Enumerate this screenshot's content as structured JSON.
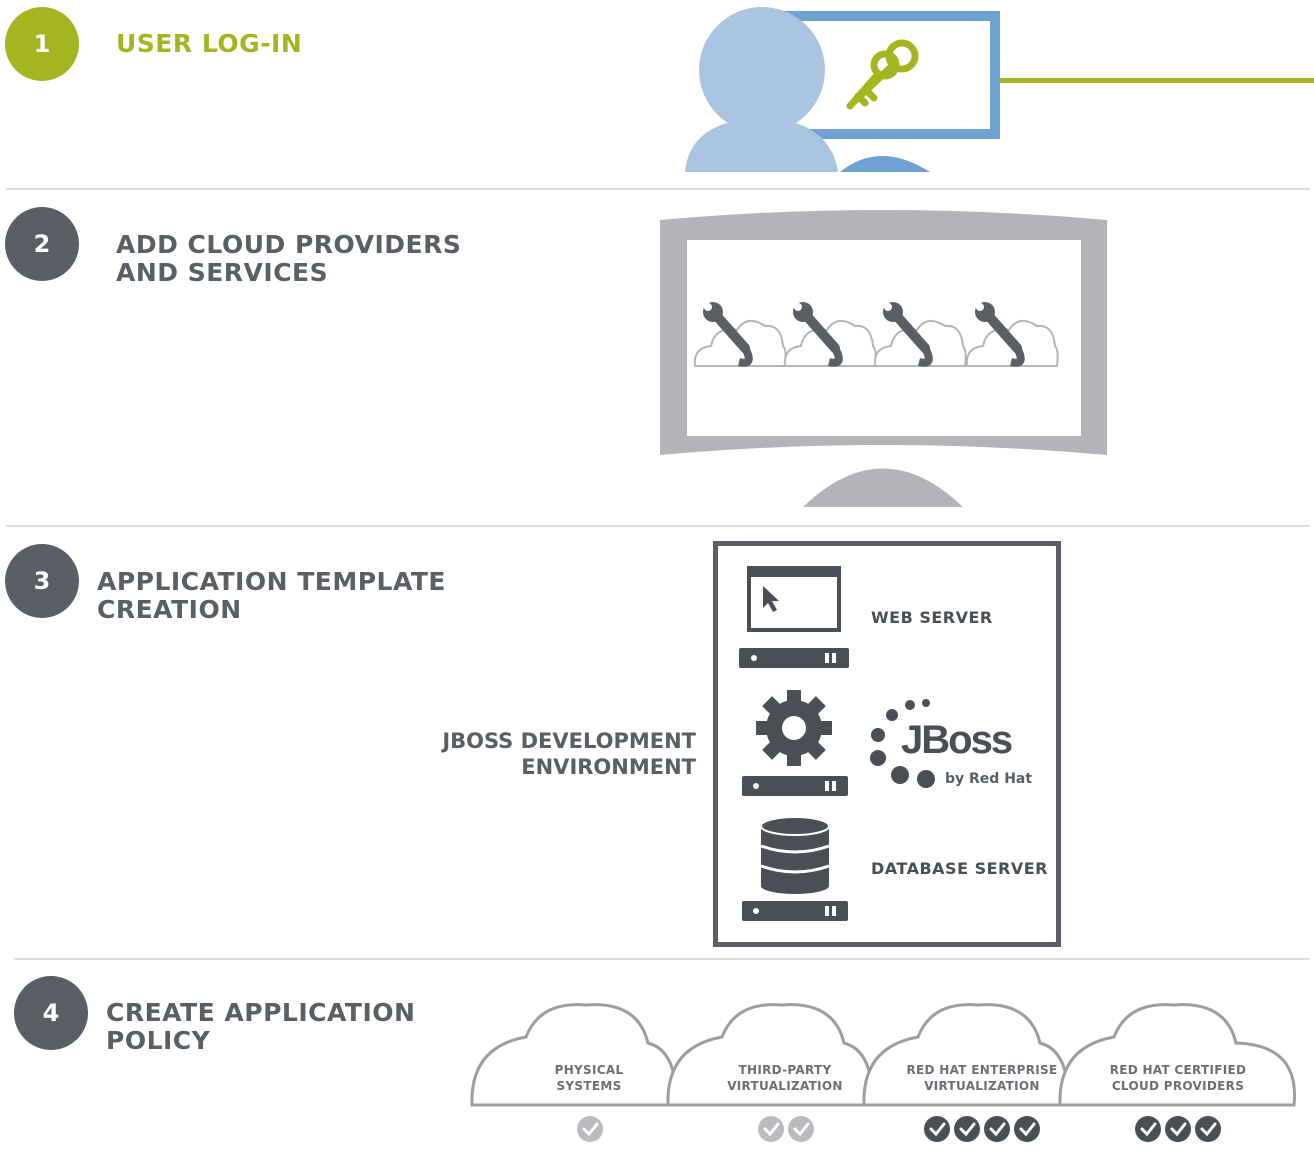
{
  "colors": {
    "accent_green": "#a4b520",
    "dark_gray": "#5a5f66",
    "light_blue": "#a9c3e0",
    "blue": "#6fa1d2",
    "gray": "#b2b4b7"
  },
  "steps": [
    {
      "number": "1",
      "title_line1": "USER LOG-IN",
      "title_line2": ""
    },
    {
      "number": "2",
      "title_line1": "ADD CLOUD PROVIDERS",
      "title_line2": "AND SERVICES"
    },
    {
      "number": "3",
      "title_line1": "APPLICATION TEMPLATE",
      "title_line2": "CREATION"
    },
    {
      "number": "4",
      "title_line1": "CREATE APPLICATION",
      "title_line2": "POLICY"
    }
  ],
  "jboss_env": {
    "line1": "JBOSS DEVELOPMENT",
    "line2": "ENVIRONMENT"
  },
  "servers": {
    "web": "WEB SERVER",
    "database": "DATABASE SERVER"
  },
  "jboss_logo": {
    "brand": "JBoss",
    "tagline": "by Red Hat"
  },
  "clouds": [
    {
      "line1": "PHYSICAL",
      "line2": "SYSTEMS",
      "checks": 1,
      "check_style": "light"
    },
    {
      "line1": "THIRD-PARTY",
      "line2": "VIRTUALIZATION",
      "checks": 2,
      "check_style": "light"
    },
    {
      "line1": "RED HAT ENTERPRISE",
      "line2": "VIRTUALIZATION",
      "checks": 4,
      "check_style": "dark"
    },
    {
      "line1": "RED HAT CERTIFIED",
      "line2": "CLOUD PROVIDERS",
      "checks": 3,
      "check_style": "dark"
    }
  ]
}
